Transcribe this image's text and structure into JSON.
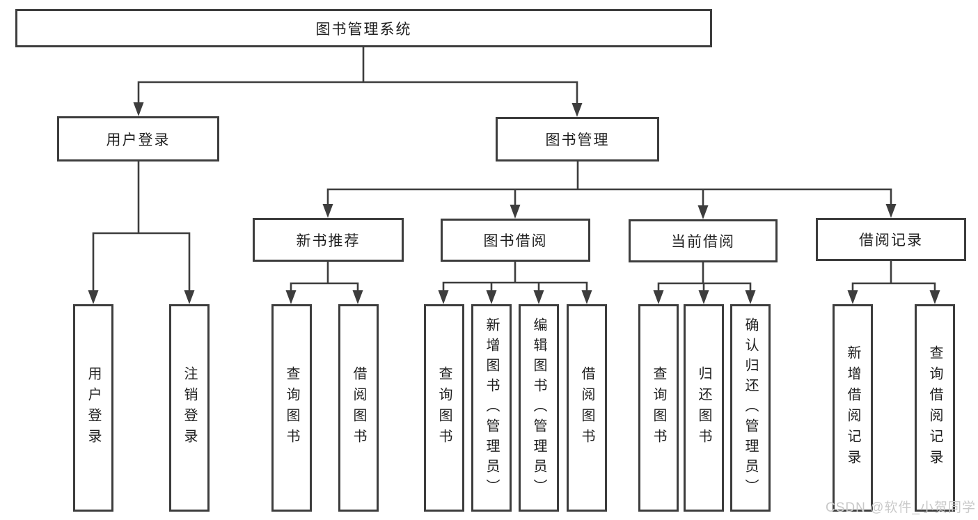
{
  "diagram": {
    "title": "图书管理系统",
    "tree": {
      "root": {
        "label": "图书管理系统"
      },
      "children": [
        {
          "label": "用户登录",
          "children": [
            {
              "label": "用户登录"
            },
            {
              "label": "注销登录"
            }
          ]
        },
        {
          "label": "图书管理",
          "children": [
            {
              "label": "新书推荐",
              "children": [
                {
                  "label": "查询图书"
                },
                {
                  "label": "借阅图书"
                }
              ]
            },
            {
              "label": "图书借阅",
              "children": [
                {
                  "label": "查询图书"
                },
                {
                  "label": "新增图书（管理员）"
                },
                {
                  "label": "编辑图书（管理员）"
                },
                {
                  "label": "借阅图书"
                }
              ]
            },
            {
              "label": "当前借阅",
              "children": [
                {
                  "label": "查询图书"
                },
                {
                  "label": "归还图书"
                },
                {
                  "label": "确认归还（管理员）"
                }
              ]
            },
            {
              "label": "借阅记录",
              "children": [
                {
                  "label": "新增借阅记录"
                },
                {
                  "label": "查询借阅记录"
                }
              ]
            }
          ]
        }
      ]
    },
    "colors": {
      "line": "#3d3d3d",
      "text": "#1f1f1f",
      "box_background": "#ffffff",
      "watermark": "#c9c9c9"
    }
  },
  "watermark": {
    "text": "CSDN @软件_小贺同学"
  }
}
